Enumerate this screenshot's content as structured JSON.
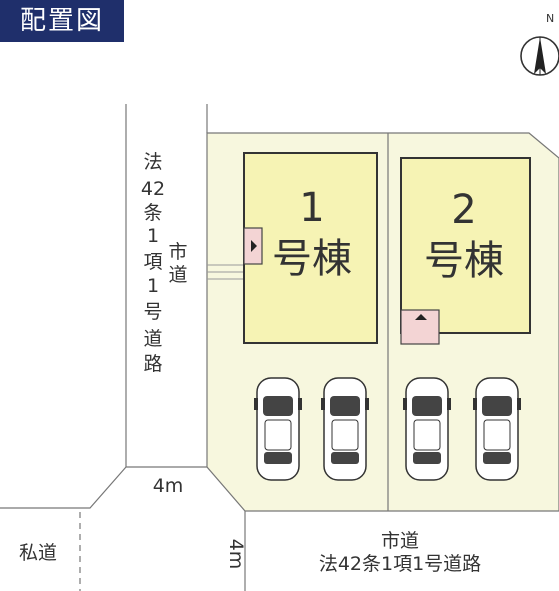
{
  "title": "配置図",
  "compass": {
    "label": "N"
  },
  "buildings": [
    {
      "number": "1",
      "suffix": "号棟"
    },
    {
      "number": "2",
      "suffix": "号棟"
    }
  ],
  "road_left": {
    "city": "市道",
    "legal": [
      "法",
      "42",
      "条",
      "1",
      "項",
      "1",
      "号",
      "道",
      "路"
    ]
  },
  "road_bottom": {
    "city": "市道",
    "legal": "法42条1項1号道路"
  },
  "width_left": "4m",
  "width_bottom": "4m",
  "private_road": "私道",
  "colors": {
    "title_bg": "#1f2f6b",
    "lot": "#f7f7de",
    "house": "#f6f3b4",
    "entrance": "#f3d4d4",
    "line": "#777777"
  }
}
